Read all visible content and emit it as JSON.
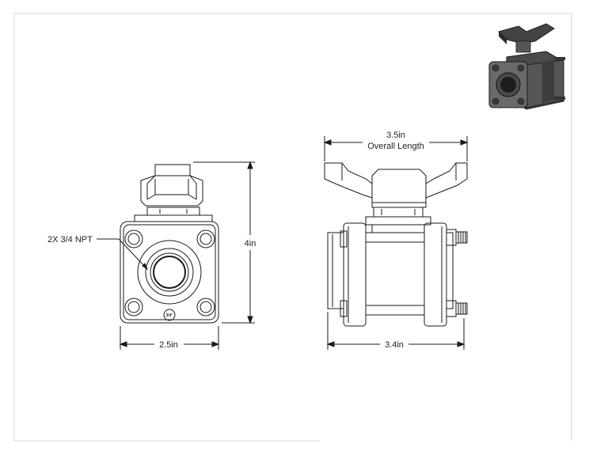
{
  "front_view": {
    "port_callout": "2X 3/4 NPT",
    "width_dim": "2.5in",
    "height_dim": "4in",
    "body_stamp": "3/4\""
  },
  "side_view": {
    "overall_length_value": "3.5in",
    "overall_length_label": "Overall Length",
    "body_length_dim": "3.4in"
  },
  "colors": {
    "line": "#1a1a1a",
    "border": "#d0d0d0",
    "metal_dark": "#3a3a3a",
    "metal_mid": "#5a5a5a",
    "metal_light": "#8a8a8a"
  }
}
